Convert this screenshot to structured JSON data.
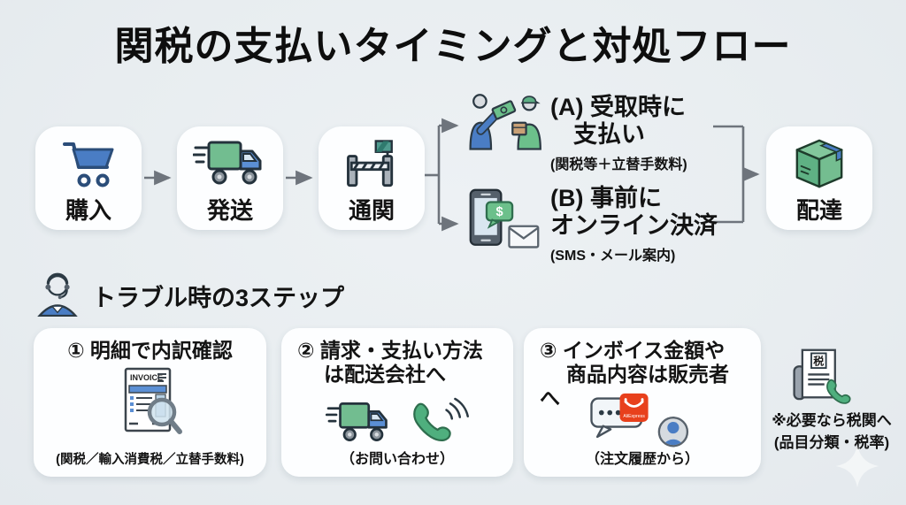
{
  "title": "関税の支払いタイミングと対処フロー",
  "flow": {
    "nodes": [
      {
        "label": "購入"
      },
      {
        "label": "発送"
      },
      {
        "label": "通関"
      },
      {
        "label": "配達"
      }
    ],
    "branch_a": {
      "line1": "(A) 受取時に",
      "line2": "支払い",
      "note": "(関税等＋立替手数料)"
    },
    "branch_b": {
      "line1": "(B) 事前に",
      "line2": "オンライン決済",
      "note": "(SMS・メール案内)"
    }
  },
  "trouble": {
    "heading": "トラブル時の3ステップ",
    "steps": [
      {
        "line1": "① 明細で内訳確認",
        "line2": "",
        "caption": "(関税／輸入消費税／立替手数料)"
      },
      {
        "line1": "② 請求・支払い方法",
        "line2": "は配送会社へ",
        "caption": "（お問い合わせ）"
      },
      {
        "line1": "③ インボイス金額や",
        "line2": "商品内容は販売者へ",
        "caption": "（注文履歴から）"
      }
    ]
  },
  "customs_note": {
    "line1": "※必要なら税関へ",
    "line2": "(品目分類・税率)"
  },
  "icon_text": {
    "invoice": "INVOICE",
    "tax": "税",
    "dollar": "$",
    "aliexpress": "AliExpress"
  },
  "colors": {
    "background": "#e9edf0",
    "card": "#fdfeff",
    "text": "#131313",
    "arrow": "#6e747c",
    "blue": "#4a7dc4",
    "green": "#6cc08b",
    "dark_green": "#2e6e4e",
    "orange": "#e8401c"
  }
}
